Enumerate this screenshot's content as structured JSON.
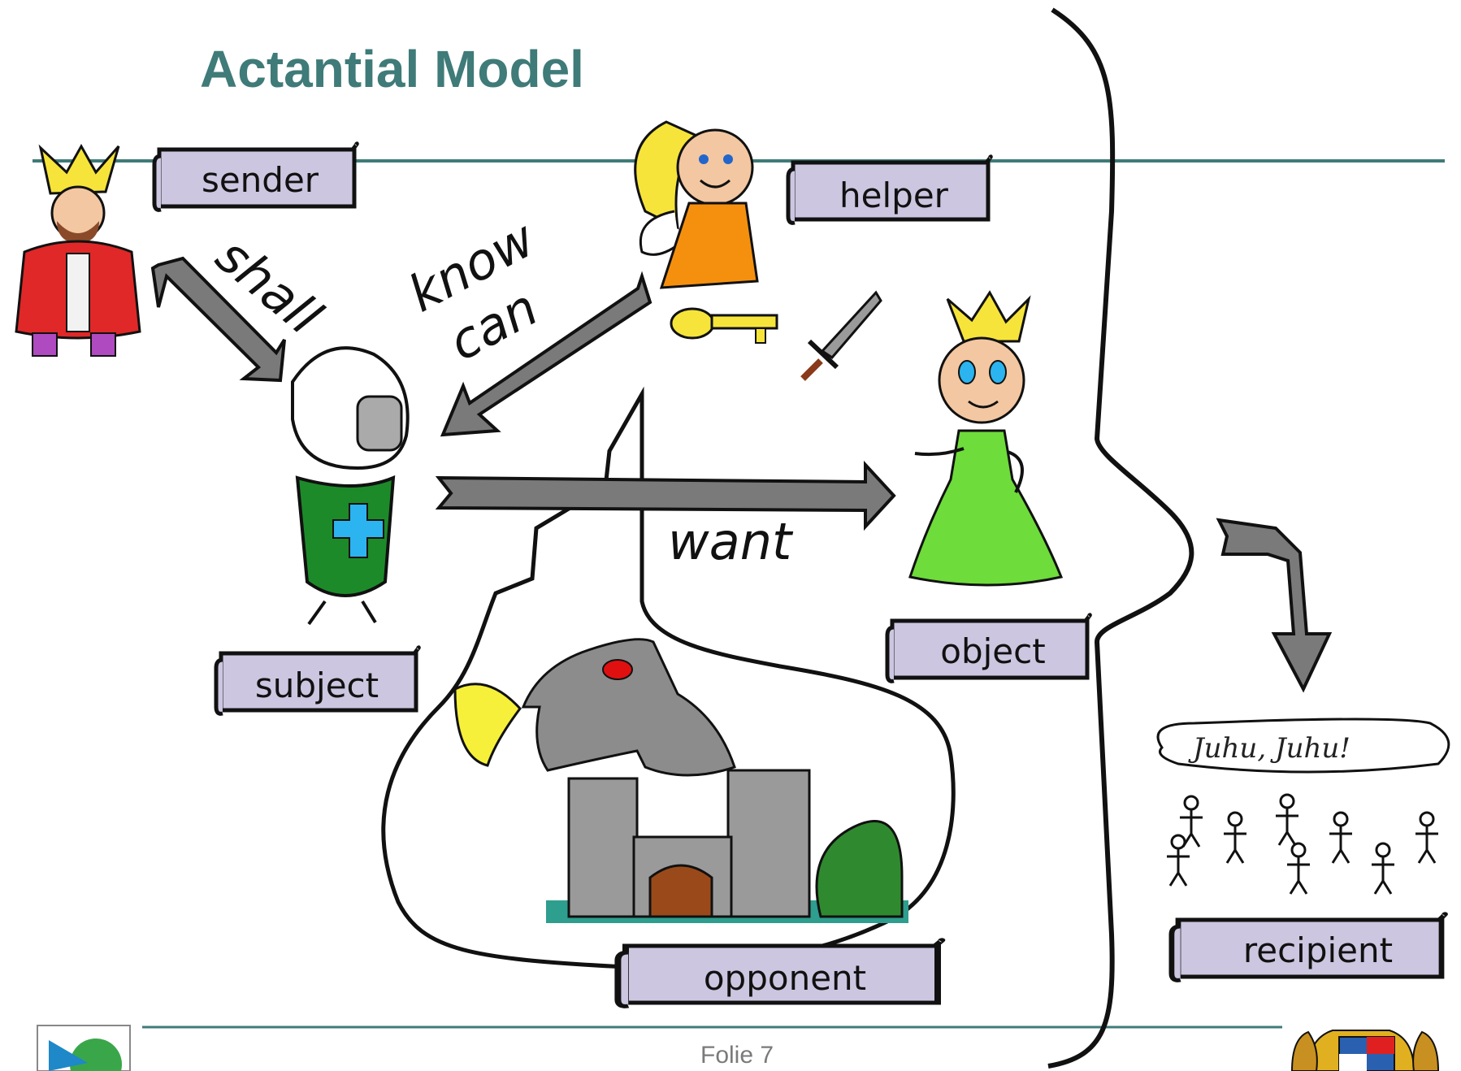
{
  "title": "Actantial Model",
  "roles": {
    "sender": "sender",
    "helper": "helper",
    "subject": "subject",
    "object": "object",
    "opponent": "opponent",
    "recipient": "recipient"
  },
  "relations": {
    "shall": "shall",
    "know": "know",
    "can": "can",
    "want": "want"
  },
  "recipient_speech": "Juhu, Juhu!",
  "footer": "Folie 7",
  "colors": {
    "title": "#3f7b78",
    "rule": "#3f7b78",
    "scroll_fill": "#ccc6e0",
    "arrow_fill": "#7a7a7a"
  },
  "icons": [
    "king-icon",
    "fairy-icon",
    "key-icon",
    "sword-icon",
    "knight-icon",
    "princess-icon",
    "dragon-icon",
    "castle-icon",
    "crowd-icon",
    "logo-icon",
    "coat-of-arms-icon"
  ]
}
